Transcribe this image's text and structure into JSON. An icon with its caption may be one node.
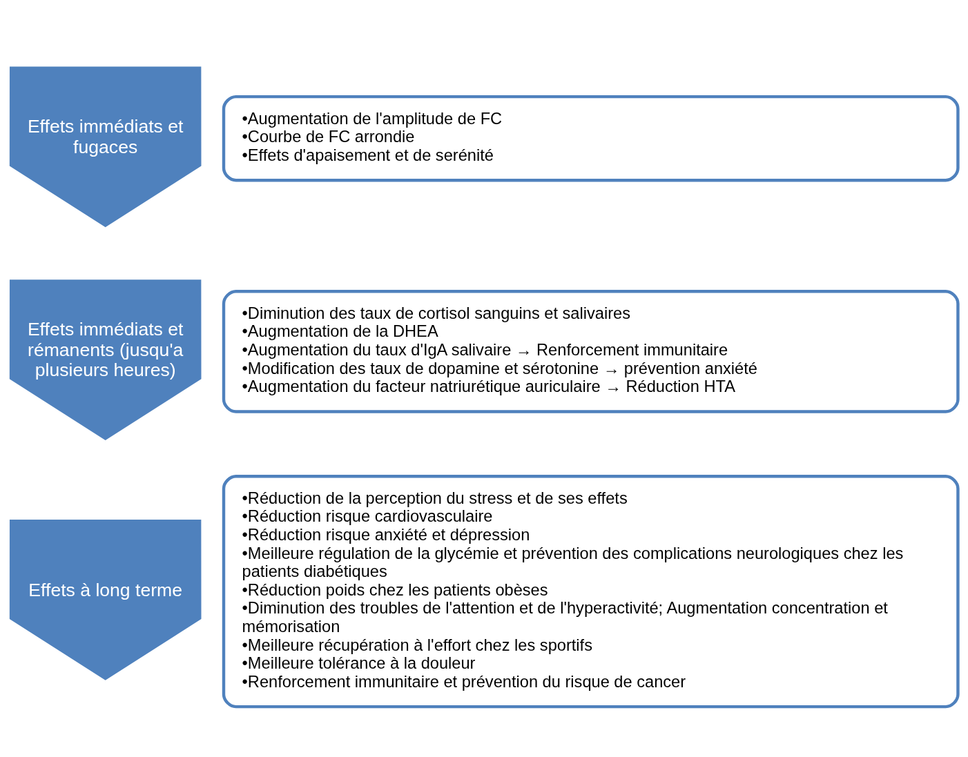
{
  "diagram": {
    "nodes": [
      {
        "text": [
          "Effets immédiats et fugaces"
        ]
      },
      {
        "text": [
          "•Augmentation de l'amplitude de FC",
          "•Courbe de FC arrondie",
          "•Effets d'apaisement et de serénité"
        ]
      },
      {
        "text": [
          "Effets immédiats et rémanents (jusqu'a plusieurs heures)"
        ]
      },
      {
        "text": [
          "•Diminution des taux de cortisol sanguins et salivaires",
          "•Augmentation de la DHEA",
          "•Augmentation du taux d'IgA salivaire → Renforcement immunitaire",
          "•Modification des taux de dopamine et sérotonine → prévention anxiété",
          "•Augmentation du facteur natriurétique auriculaire → Réduction HTA"
        ]
      },
      {
        "text": [
          "Effets à long terme"
        ]
      },
      {
        "text": [
          "•Réduction de la perception du stress et de ses effets",
          "•Réduction risque cardiovasculaire",
          "•Réduction risque anxiété et dépression",
          "•Meilleure régulation de la glycémie et prévention des complications neurologiques chez les patients diabétiques",
          "•Réduction poids chez les patients obèses",
          "•Diminution des troubles de l'attention et de l'hyperactivité; Augmentation concentration et mémorisation",
          "•Meilleure récupération à l'effort chez les sportifs",
          "•Meilleure tolérance à la douleur",
          "•Renforcement immunitaire et prévention du risque de cancer"
        ]
      }
    ]
  }
}
